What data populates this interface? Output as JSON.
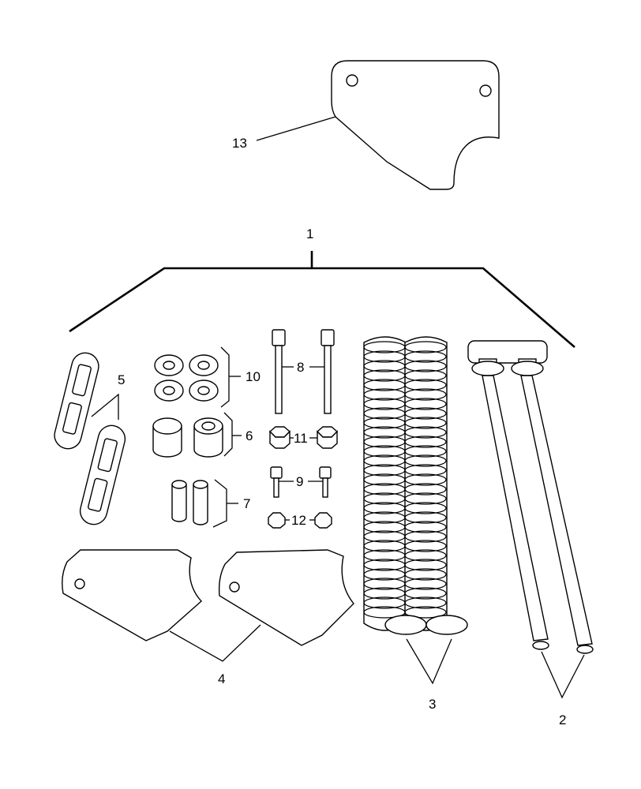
{
  "diagram": {
    "callouts": {
      "kit": "1",
      "rods": "2",
      "springs": "3",
      "plates": "4",
      "sleeves": "5",
      "spacers": "6",
      "bushings": "7",
      "long_bolts": "8",
      "short_bolts": "9",
      "washers": "10",
      "large_nuts": "11",
      "small_nuts": "12",
      "bracket": "13"
    }
  }
}
